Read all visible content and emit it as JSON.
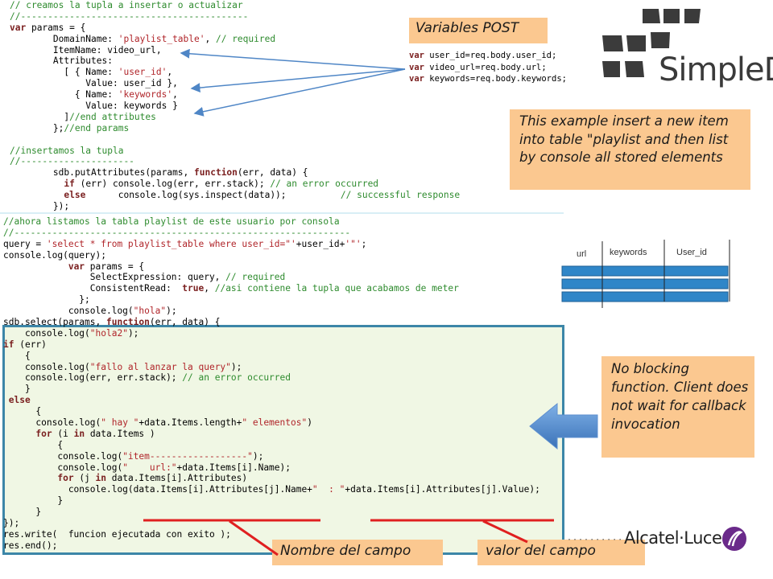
{
  "code_block_1": [
    "// creamos la tupla a insertar o actualizar",
    "//------------------------------------------",
    "var params = {",
    "        DomainName: 'playlist_table', // required",
    "        ItemName: video_url,",
    "        Attributes:",
    "          [ { Name: 'user_id',",
    "              Value: user_id },",
    "            { Name: 'keywords',",
    "              Value: keywords }",
    "          ]//end attributes",
    "        };//end params",
    "",
    "//insertamos la tupla",
    "//---------------------",
    "        sdb.putAttributes(params, function(err, data) {",
    "          if (err) console.log(err, err.stack); // an error occurred",
    "          else      console.log(sys.inspect(data));          // successful response",
    "        });"
  ],
  "code_block_2": [
    "//ahora listamos la tabla playlist de este usuario por consola",
    "//--------------------------------------------------------------",
    "query = 'select * from playlist_table where user_id=\"'+user_id+'\"';",
    "console.log(query);",
    "            var params = {",
    "                SelectExpression: query, // required",
    "                ConsistentRead:  true, //asi contiene la tupla que acabamos de meter",
    "              };",
    "            console.log(\"hola\");",
    "sdb.select(params, function(err, data) {",
    "    console.log(\"hola2\");",
    "if (err)",
    "    {",
    "    console.log(\"fallo al lanzar la query\");",
    "    console.log(err, err.stack); // an error occurred",
    "    }",
    " else",
    "      {",
    "      console.log(\" hay \"+data.Items.length+\" elementos\")",
    "      for (i in data.Items )",
    "          {",
    "          console.log(\"item------------------\");",
    "          console.log(\"    url:\"+data.Items[i].Name);",
    "          for (j in data.Items[i].Attributes)",
    "            console.log(data.Items[i].Attributes[j].Name+\"  : \"+data.Items[i].Attributes[j].Value);",
    "          }",
    "      }",
    "});",
    "res.write(  funcion ejecutada con exito );",
    "res.end();"
  ],
  "post_label": "Variables POST",
  "post_vars": [
    "var user_id=req.body.user_id;",
    "var video_url=req.body.url;",
    "var keywords=req.body.keywords;"
  ],
  "insert_note": "This example insert a new item into table \"playlist and then list by console all stored elements",
  "noblock_note": "No  blocking function.  Client does not wait for callback invocation",
  "nombre_label": "Nombre del campo",
  "valor_label": "valor del campo",
  "table_headers": [
    "url",
    "keywords",
    "User_id"
  ],
  "simpledb_logo": "SimpleDB",
  "alcatel_logo": "Alcatel·Lucent",
  "colors": {
    "note_bg": "#fbc890",
    "highlight_bg": "#f0f7e4",
    "highlight_border": "#3c86a8",
    "arrow_blue": "#4f86c6",
    "table_blue": "#2f86c8",
    "red_marks": "#e02020"
  }
}
